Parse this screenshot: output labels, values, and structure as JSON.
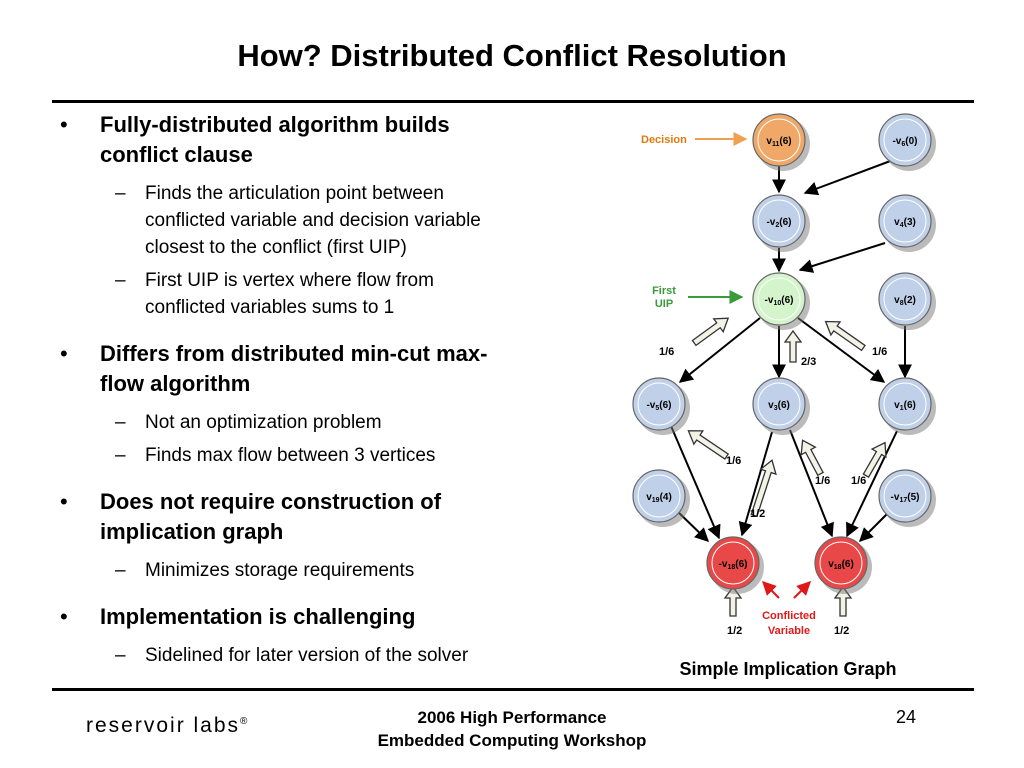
{
  "slide": {
    "title": "How? Distributed Conflict Resolution",
    "bullets": [
      {
        "text": "Fully-distributed algorithm builds conflict clause",
        "lines": [
          "Fully-distributed algorithm builds",
          "conflict clause"
        ],
        "subs": [
          {
            "lines": [
              "Finds the articulation point between",
              "conflicted variable and decision variable",
              "closest to the conflict (first UIP)"
            ]
          },
          {
            "lines": [
              "First UIP is vertex where flow from",
              "conflicted variables sums to 1"
            ]
          }
        ]
      },
      {
        "lines": [
          "Differs from distributed min-cut max-",
          "flow algorithm"
        ],
        "subs": [
          {
            "lines": [
              "Not an optimization problem"
            ]
          },
          {
            "lines": [
              "Finds max flow between 3 vertices"
            ]
          }
        ]
      },
      {
        "lines": [
          "Does not require construction of",
          "implication graph"
        ],
        "subs": [
          {
            "lines": [
              "Minimizes storage requirements"
            ]
          }
        ]
      },
      {
        "lines": [
          "Implementation is challenging"
        ],
        "subs": [
          {
            "lines": [
              "Sidelined for later version of the solver"
            ]
          }
        ]
      }
    ]
  },
  "graph": {
    "caption": "Simple Implication Graph",
    "colors": {
      "decision": "#f0a868",
      "uip": "#d4f5cc",
      "conflict": "#e84848",
      "normal": "#c0d0e8",
      "decision_label": "#e07a10",
      "uip_label": "#3a9a3a",
      "conflict_label": "#e01818"
    },
    "nodes": {
      "v11": {
        "pre": "v",
        "sub": "11",
        "post": "(6)"
      },
      "nv6": {
        "pre": "-v",
        "sub": "6",
        "post": "(0)"
      },
      "nv2": {
        "pre": "-v",
        "sub": "2",
        "post": "(6)"
      },
      "v4": {
        "pre": "v",
        "sub": "4",
        "post": "(3)"
      },
      "nv10": {
        "pre": "-v",
        "sub": "10",
        "post": "(6)"
      },
      "v8": {
        "pre": "v",
        "sub": "8",
        "post": "(2)"
      },
      "nv5": {
        "pre": "-v",
        "sub": "5",
        "post": "(6)"
      },
      "v3": {
        "pre": "v",
        "sub": "3",
        "post": "(6)"
      },
      "v1": {
        "pre": "v",
        "sub": "1",
        "post": "(6)"
      },
      "v19": {
        "pre": "v",
        "sub": "19",
        "post": "(4)"
      },
      "nv17": {
        "pre": "-v",
        "sub": "17",
        "post": "(5)"
      },
      "nv18": {
        "pre": "-v",
        "sub": "18",
        "post": "(6)"
      },
      "v18": {
        "pre": "v",
        "sub": "18",
        "post": "(6)"
      }
    },
    "labels": {
      "decision": "Decision",
      "first": "First",
      "uip": "UIP",
      "conflicted": "Conflicted",
      "variable": "Variable",
      "flow_left": "1/6",
      "flow_right": "1/6",
      "flow_mid": "2/3",
      "flow_a": "1/6",
      "flow_b": "1/6",
      "flow_c": "1/6",
      "flow_d": "1/2",
      "flow_e": "1/2",
      "flow_f": "1/2"
    }
  },
  "footer": {
    "logo": "reservoir labs",
    "logo_mark": "®",
    "event_line1": "2006 High Performance",
    "event_line2": "Embedded Computing Workshop",
    "page": "24"
  }
}
